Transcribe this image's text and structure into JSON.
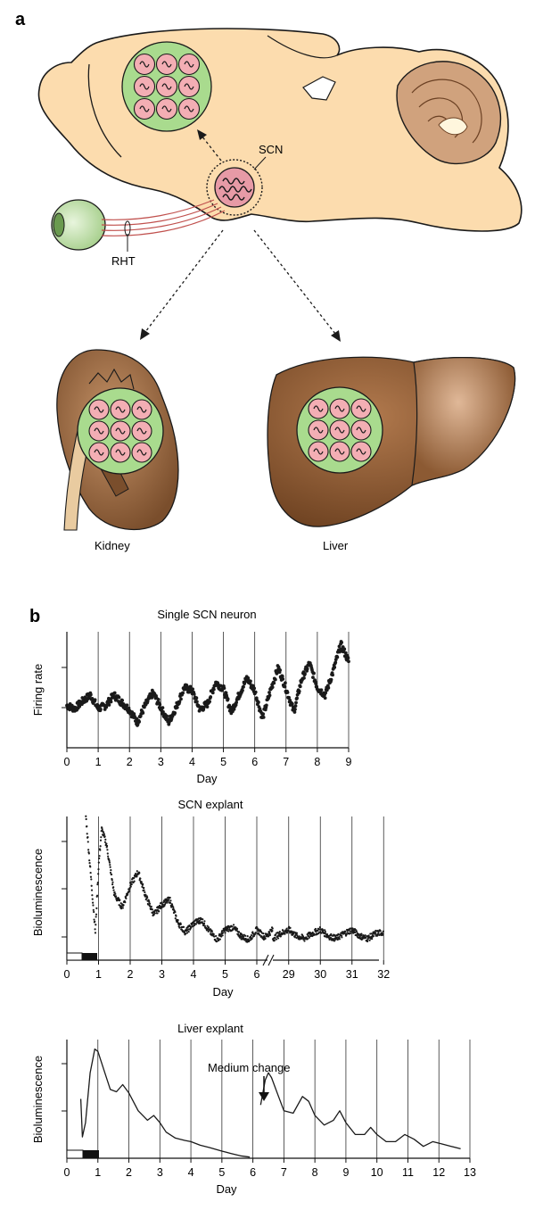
{
  "panel_a": {
    "letter": "a",
    "labels": {
      "scn": "SCN",
      "rht": "RHT",
      "kidney": "Kidney",
      "liver": "Liver"
    },
    "colors": {
      "brain": "#fcdcae",
      "brain_outline": "#1a1a1a",
      "cerebellum": "#d0a27d",
      "cluster_bg": "#a9db8e",
      "cell": "#f3aeb4",
      "scn_cell": "#e79aa6",
      "eye": "#c7e6b5",
      "nerve": "#c0504d",
      "kidney": "#9a6b44",
      "liver": "#8e5b34"
    }
  },
  "panel_b": {
    "letter": "b"
  },
  "chart_data": [
    {
      "type": "line",
      "title": "Single SCN neuron",
      "xlabel": "Day",
      "ylabel": "Firing rate",
      "xlim": [
        0,
        9
      ],
      "x_ticks": [
        "0",
        "1",
        "2",
        "3",
        "4",
        "5",
        "6",
        "7",
        "8",
        "9"
      ],
      "grid": "vertical lines at each day",
      "style": "dense scatter of dots",
      "series": [
        {
          "x": [
            0,
            0.25,
            0.5,
            0.75,
            1,
            1.25,
            1.5,
            1.75,
            2,
            2.25,
            2.5,
            2.75,
            3,
            3.25,
            3.5,
            3.75,
            4,
            4.25,
            4.5,
            4.75,
            5,
            5.25,
            5.5,
            5.75,
            6,
            6.25,
            6.5,
            6.75,
            7,
            7.25,
            7.5,
            7.75,
            8,
            8.25,
            8.5,
            8.75,
            9
          ],
          "y": [
            0.3,
            0.27,
            0.34,
            0.4,
            0.27,
            0.3,
            0.4,
            0.33,
            0.26,
            0.14,
            0.3,
            0.42,
            0.28,
            0.14,
            0.29,
            0.47,
            0.44,
            0.26,
            0.32,
            0.52,
            0.46,
            0.24,
            0.4,
            0.56,
            0.44,
            0.18,
            0.44,
            0.66,
            0.46,
            0.24,
            0.55,
            0.7,
            0.47,
            0.4,
            0.62,
            0.88,
            0.72
          ]
        }
      ]
    },
    {
      "type": "line",
      "title": "SCN explant",
      "xlabel": "Day",
      "ylabel": "Bioluminescence",
      "x_tick_labels": [
        "0",
        "1",
        "2",
        "3",
        "4",
        "5",
        "6",
        "29",
        "30",
        "31",
        "32"
      ],
      "axis_break": "between day 6.5 and day 28.5",
      "grid": "vertical lines at each day",
      "light_dark_bar": {
        "light": [
          0,
          0.5
        ],
        "dark": [
          0.5,
          1
        ]
      },
      "style": "dense scatter of dots",
      "segments": [
        {
          "x": [
            0.6,
            0.75,
            0.9,
            1.0,
            1.1,
            1.25,
            1.5,
            1.75,
            2.0,
            2.25,
            2.5,
            2.75,
            3.0,
            3.25,
            3.5,
            3.75,
            4.0,
            4.25,
            4.5,
            4.75,
            5.0,
            5.25,
            5.5,
            5.75,
            6.0,
            6.25,
            6.5
          ],
          "y": [
            1.0,
            0.55,
            0.08,
            0.6,
            0.9,
            0.78,
            0.38,
            0.28,
            0.45,
            0.56,
            0.36,
            0.22,
            0.3,
            0.34,
            0.16,
            0.08,
            0.15,
            0.18,
            0.09,
            0.02,
            0.1,
            0.12,
            0.05,
            0.02,
            0.1,
            0.04,
            0.1
          ]
        },
        {
          "x": [
            28.5,
            28.75,
            29.0,
            29.25,
            29.5,
            29.75,
            30.0,
            30.25,
            30.5,
            30.75,
            31.0,
            31.25,
            31.5,
            31.75,
            32.0
          ],
          "y": [
            0.03,
            0.07,
            0.1,
            0.05,
            0.03,
            0.07,
            0.1,
            0.05,
            0.03,
            0.07,
            0.1,
            0.05,
            0.03,
            0.07,
            0.08
          ]
        }
      ]
    },
    {
      "type": "line",
      "title": "Liver explant",
      "xlabel": "Day",
      "ylabel": "Bioluminescence",
      "xlim": [
        0,
        13
      ],
      "x_ticks": [
        "0",
        "1",
        "2",
        "3",
        "4",
        "5",
        "6",
        "7",
        "8",
        "9",
        "10",
        "11",
        "12",
        "13"
      ],
      "grid": "vertical lines at each day",
      "light_dark_bar": {
        "light": [
          0,
          0.5
        ],
        "dark": [
          0.5,
          1
        ]
      },
      "annotation": {
        "text": "Medium change",
        "x": 6.3
      },
      "segments": [
        {
          "x": [
            0.45,
            0.5,
            0.6,
            0.75,
            0.9,
            1.0,
            1.2,
            1.4,
            1.6,
            1.8,
            2.0,
            2.3,
            2.6,
            2.8,
            3.0,
            3.2,
            3.5,
            3.8,
            4.0,
            4.3,
            4.6,
            5.0,
            5.3,
            5.6,
            5.9
          ],
          "y": [
            0.5,
            0.18,
            0.3,
            0.72,
            0.92,
            0.9,
            0.74,
            0.58,
            0.56,
            0.62,
            0.55,
            0.4,
            0.32,
            0.36,
            0.3,
            0.22,
            0.17,
            0.15,
            0.14,
            0.11,
            0.09,
            0.06,
            0.04,
            0.02,
            0.01
          ]
        },
        {
          "x": [
            6.25,
            6.4,
            6.5,
            6.6,
            6.8,
            7.0,
            7.3,
            7.6,
            7.8,
            8.0,
            8.3,
            8.6,
            8.8,
            9.0,
            9.3,
            9.6,
            9.8,
            10.0,
            10.3,
            10.6,
            10.9,
            11.2,
            11.5,
            11.8,
            12.1,
            12.4,
            12.7
          ],
          "y": [
            0.45,
            0.66,
            0.72,
            0.68,
            0.54,
            0.4,
            0.38,
            0.52,
            0.48,
            0.36,
            0.28,
            0.32,
            0.4,
            0.3,
            0.2,
            0.2,
            0.26,
            0.2,
            0.14,
            0.14,
            0.2,
            0.16,
            0.1,
            0.14,
            0.12,
            0.1,
            0.08
          ]
        }
      ]
    }
  ]
}
